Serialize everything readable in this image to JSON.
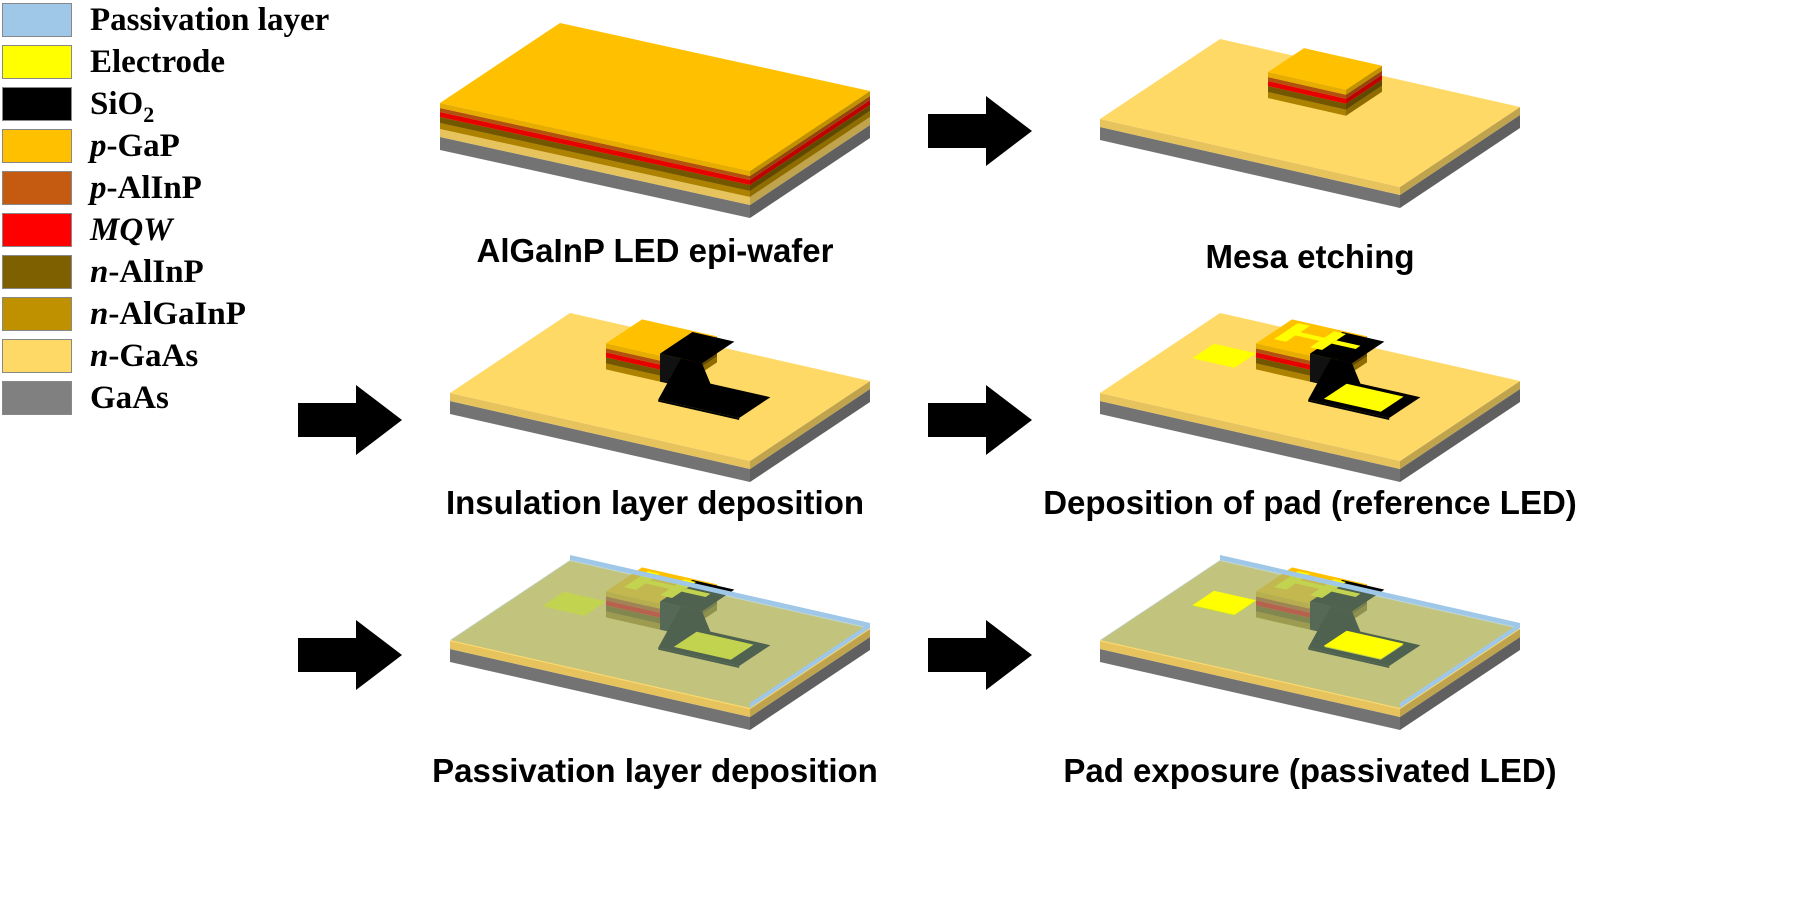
{
  "colors": {
    "passivation": "#9ec7e8",
    "electrode": "#ffff00",
    "sio2": "#000000",
    "p_gap": "#ffc000",
    "p_alinp": "#c55a11",
    "mqw": "#ff0000",
    "n_alinp": "#7f6000",
    "n_algainp": "#bf9000",
    "n_gaas": "#ffd966",
    "gaas": "#808080",
    "passivation_overlay": "#8fb08f"
  },
  "legend": [
    {
      "key": "passivation",
      "label": "Passivation layer"
    },
    {
      "key": "electrode",
      "label": "Electrode"
    },
    {
      "key": "sio2",
      "label": "SiO",
      "sub": "2"
    },
    {
      "key": "p_gap",
      "prefix": "p",
      "label": "-GaP"
    },
    {
      "key": "p_alinp",
      "prefix": "p",
      "label": "-AlInP"
    },
    {
      "key": "mqw",
      "label": "MQW",
      "italic": true
    },
    {
      "key": "n_alinp",
      "prefix": "n",
      "label": "-AlInP"
    },
    {
      "key": "n_algainp",
      "prefix": "n",
      "label": "-AlGaInP"
    },
    {
      "key": "n_gaas",
      "prefix": "n",
      "label": "-GaAs"
    },
    {
      "key": "gaas",
      "label": "GaAs"
    }
  ],
  "steps": [
    {
      "id": "epi",
      "caption": "AlGaInP LED epi-wafer"
    },
    {
      "id": "mesa",
      "caption": "Mesa etching"
    },
    {
      "id": "insulation",
      "caption": "Insulation layer deposition"
    },
    {
      "id": "pad",
      "caption": "Deposition of pad (reference LED)"
    },
    {
      "id": "passivation",
      "caption": "Passivation layer deposition"
    },
    {
      "id": "exposure",
      "caption": "Pad exposure (passivated LED)"
    }
  ],
  "arrows": [
    {
      "from": "epi",
      "to": "mesa"
    },
    {
      "from": "mesa",
      "to": "insulation"
    },
    {
      "from": "insulation",
      "to": "pad"
    },
    {
      "from": "pad",
      "to": "passivation"
    },
    {
      "from": "passivation",
      "to": "exposure"
    }
  ]
}
